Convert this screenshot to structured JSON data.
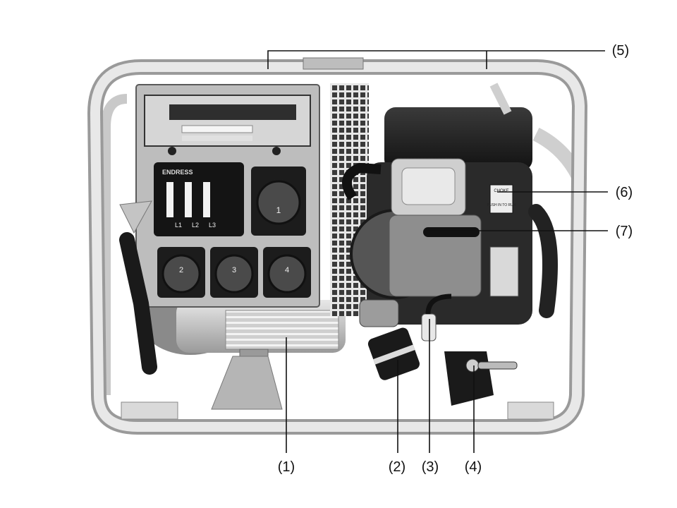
{
  "callouts": [
    {
      "id": "1",
      "label": "(1)"
    },
    {
      "id": "2",
      "label": "(2)"
    },
    {
      "id": "3",
      "label": "(3)"
    },
    {
      "id": "4",
      "label": "(4)"
    },
    {
      "id": "5",
      "label": "(5)"
    },
    {
      "id": "6",
      "label": "(6)"
    },
    {
      "id": "7",
      "label": "(7)"
    }
  ],
  "control_panel": {
    "brand": "ENDRESS",
    "phase_labels": [
      "L1",
      "L2",
      "L3"
    ],
    "socket_numbers": [
      "1",
      "2",
      "3",
      "4"
    ]
  },
  "engine": {
    "choke_label": "CHOKE",
    "push_label": "PUSH IN TO RUN"
  }
}
